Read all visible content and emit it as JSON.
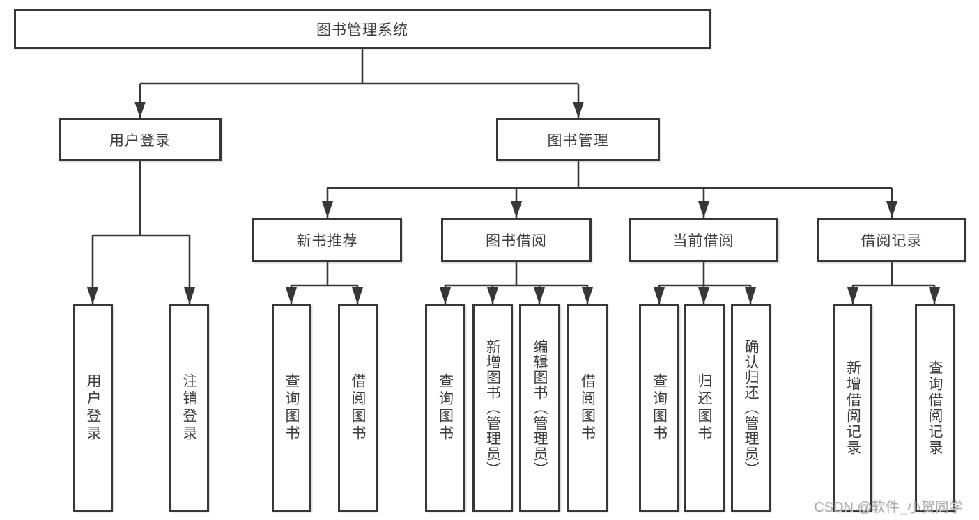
{
  "tree": {
    "root": {
      "label": "图书管理系统"
    },
    "branches": [
      {
        "label": "用户登录",
        "children": [
          {
            "label": "用户登录"
          },
          {
            "label": "注销登录"
          }
        ]
      },
      {
        "label": "图书管理",
        "children": [
          {
            "label": "新书推荐",
            "children": [
              {
                "label": "查询图书"
              },
              {
                "label": "借阅图书"
              }
            ]
          },
          {
            "label": "图书借阅",
            "children": [
              {
                "label": "查询图书"
              },
              {
                "label": "新增图书（管理员）"
              },
              {
                "label": "编辑图书（管理员）"
              },
              {
                "label": "借阅图书"
              }
            ]
          },
          {
            "label": "当前借阅",
            "children": [
              {
                "label": "查询图书"
              },
              {
                "label": "归还图书"
              },
              {
                "label": "确认归还（管理员）"
              }
            ]
          },
          {
            "label": "借阅记录",
            "children": [
              {
                "label": "新增借阅记录"
              },
              {
                "label": "查询借阅记录"
              }
            ]
          }
        ]
      }
    ]
  },
  "watermark": {
    "text": "CSDN @软件_小贺同学"
  },
  "colors": {
    "line": "#373737",
    "box_border": "#373737",
    "text": "#3d3d3d",
    "watermark": "#9e9e9e",
    "background": "#ffffff"
  }
}
